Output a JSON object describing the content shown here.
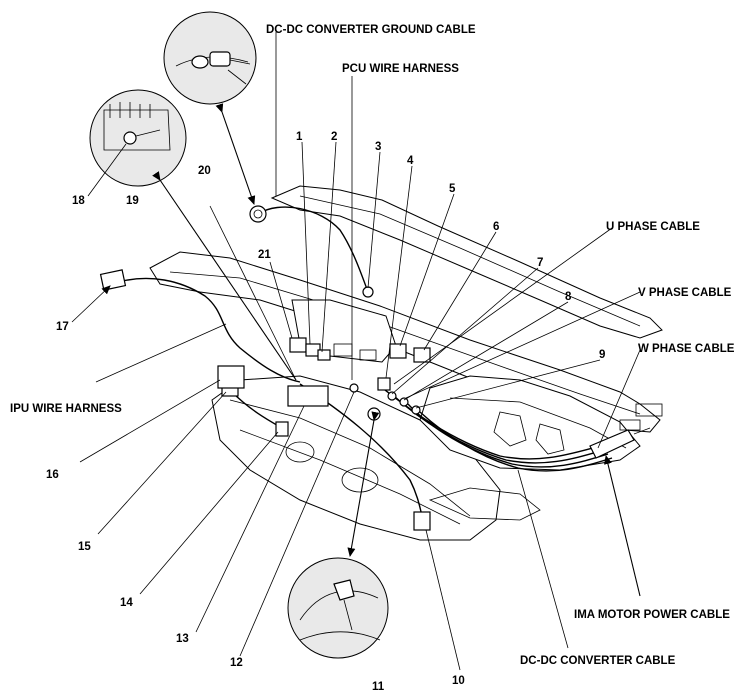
{
  "labels": {
    "dc_dc_ground": "DC-DC CONVERTER GROUND CABLE",
    "pcu_harness": "PCU WIRE HARNESS",
    "u_phase": "U PHASE CABLE",
    "v_phase": "V PHASE CABLE",
    "w_phase": "W PHASE CABLE",
    "ipu_harness": "IPU WIRE HARNESS",
    "ima_motor": "IMA MOTOR POWER CABLE",
    "dc_dc_cable": "DC-DC CONVERTER CABLE"
  },
  "callouts": {
    "n1": "1",
    "n2": "2",
    "n3": "3",
    "n4": "4",
    "n5": "5",
    "n6": "6",
    "n7": "7",
    "n8": "8",
    "n9": "9",
    "n10": "10",
    "n11": "11",
    "n12": "12",
    "n13": "13",
    "n14": "14",
    "n15": "15",
    "n16": "16",
    "n17": "17",
    "n18": "18",
    "n19": "19",
    "n20": "20",
    "n21": "21"
  }
}
